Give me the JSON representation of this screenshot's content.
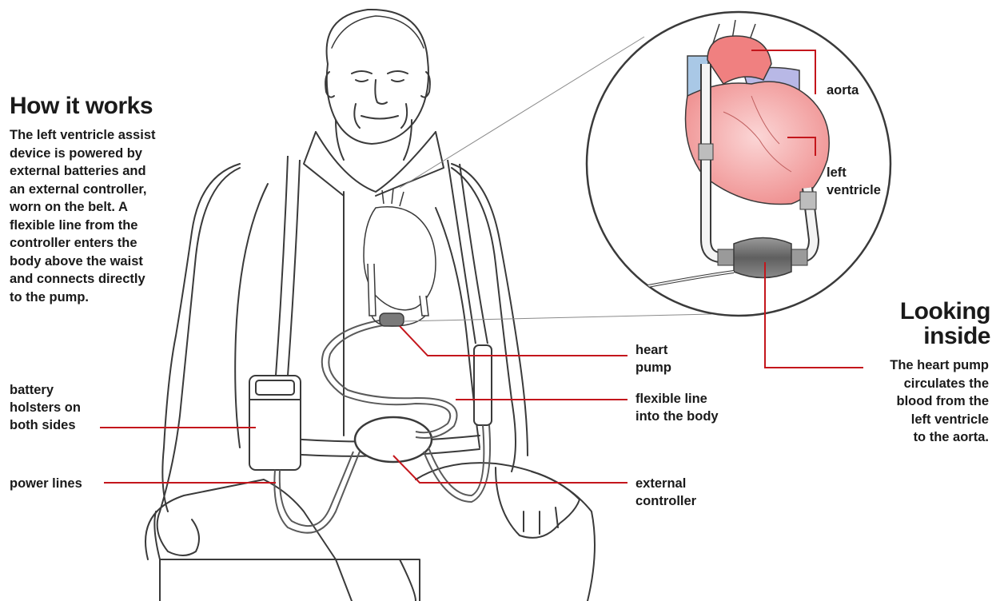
{
  "intro": {
    "title": "How it works",
    "body": "The left ventricle assist\ndevice is powered by\nexternal batteries and\nan external controller,\nworn on the belt. A\nflexible line from the\ncontroller enters the\nbody above the waist\nand connects  directly\nto the pump."
  },
  "inset": {
    "title": "Looking\ninside",
    "body": "The heart pump\ncirculates the\nblood from the\nleft ventricle\nto the aorta."
  },
  "labels": {
    "battery": "battery\nholsters on\nboth sides",
    "power_lines": "power lines",
    "heart_pump": "heart\npump",
    "flexible_line": "flexible line\ninto the body",
    "external_controller": "external\ncontroller",
    "aorta": "aorta",
    "left_ventricle": "left\nventricle"
  },
  "colors": {
    "leader_line": "#c4161c",
    "outline": "#3a3a3a",
    "heart_fill": "#f2a0a0",
    "heart_light": "#f8c8c8",
    "vein_blue": "#a9c8e6",
    "pump_gray": "#7a7a7a"
  }
}
